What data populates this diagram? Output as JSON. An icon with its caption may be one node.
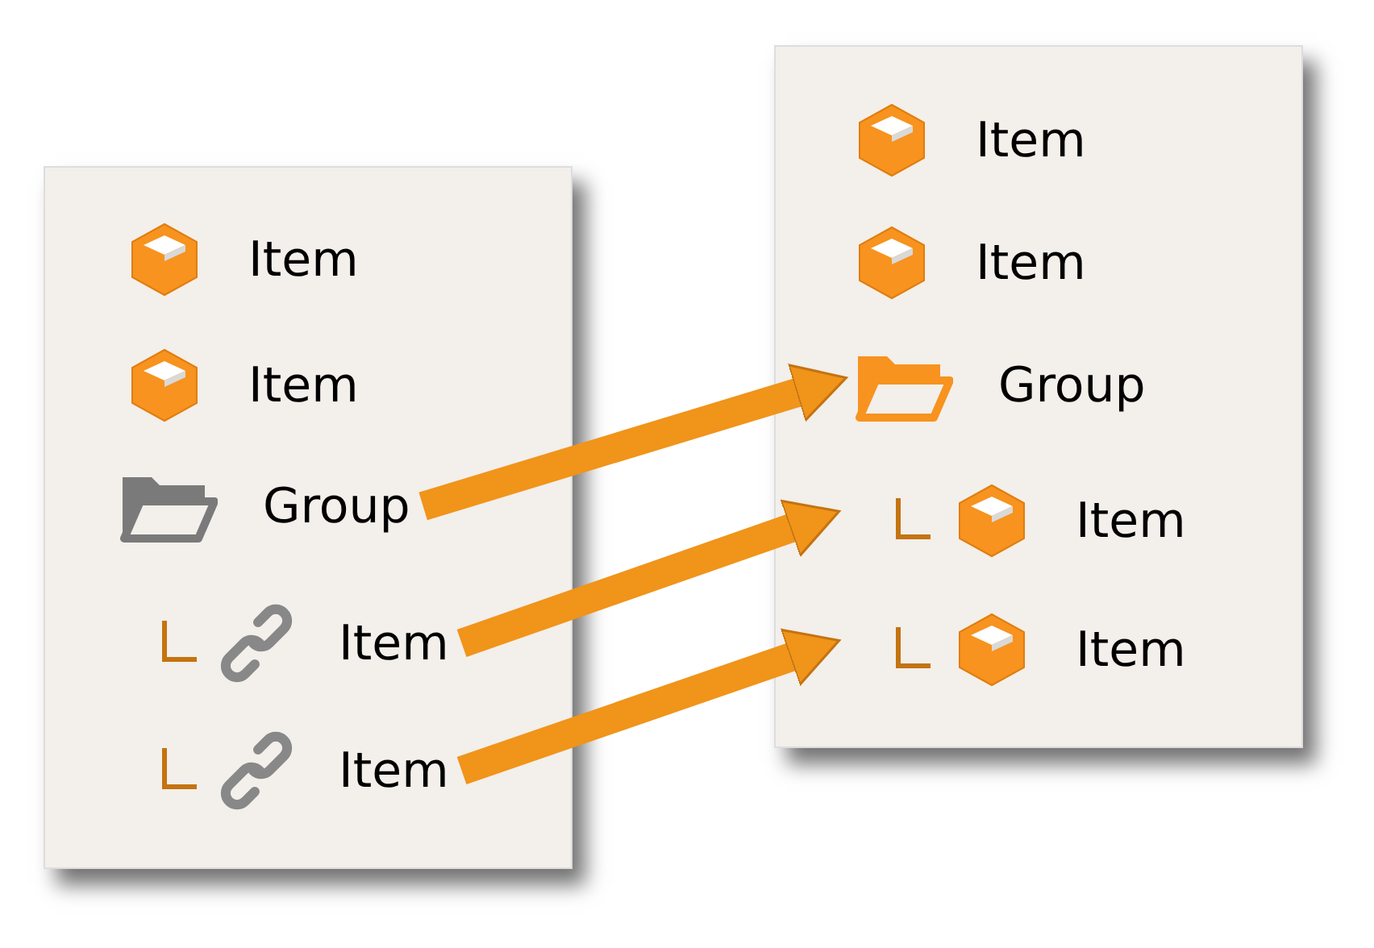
{
  "diagram": {
    "nodes": [
      {
        "text": [],
        "shape": "box"
      },
      {
        "text": [
          "Item"
        ],
        "in": 0
      },
      {
        "text": [
          "Item"
        ],
        "in": 0
      },
      {
        "text": [
          "Group"
        ],
        "in": 0
      },
      {
        "text": [
          "Item"
        ],
        "in": 0
      },
      {
        "text": [
          "Item"
        ],
        "in": 0
      },
      {
        "text": [],
        "shape": "box"
      },
      {
        "text": [
          "Item"
        ],
        "in": 6
      },
      {
        "text": [
          "Item"
        ],
        "in": 6
      },
      {
        "text": [
          "Group"
        ],
        "in": 6
      },
      {
        "text": [
          "Item"
        ],
        "in": 6
      },
      {
        "text": [
          "Item"
        ],
        "in": 6
      }
    ],
    "edges": [
      {
        "from": 3,
        "to": 9,
        "arrow": "to"
      },
      {
        "from": 4,
        "to": 10,
        "arrow": "to"
      },
      {
        "from": 5,
        "to": 11,
        "arrow": "to"
      }
    ]
  }
}
